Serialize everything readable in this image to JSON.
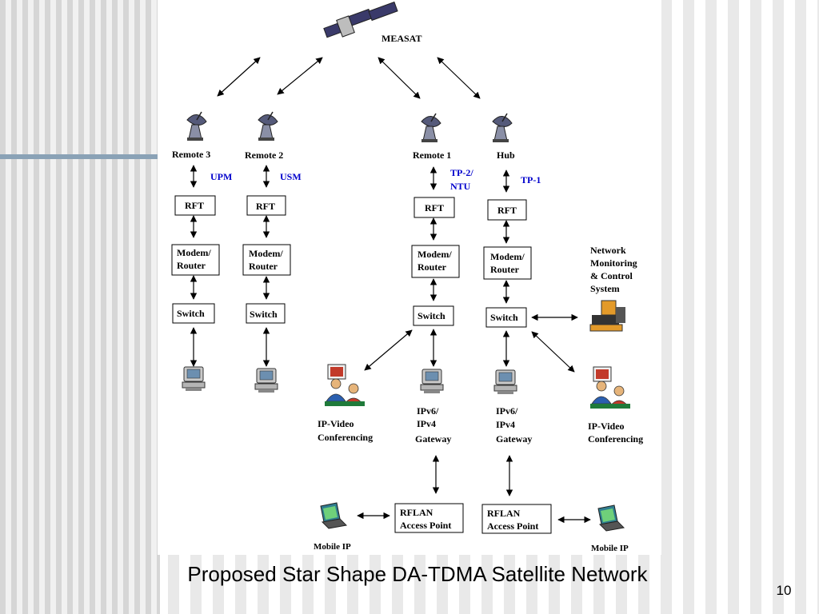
{
  "slide": {
    "title": "Proposed Star Shape DA-TDMA Satellite Network",
    "page_number": "10"
  },
  "diagram": {
    "satellite_label": "MEASAT",
    "stations": {
      "remote3": {
        "name": "Remote 3",
        "operator": "UPM"
      },
      "remote2": {
        "name": "Remote 2",
        "operator": "USM"
      },
      "remote1": {
        "name": "Remote 1",
        "operator_line1": "TP-2/",
        "operator_line2": "NTU"
      },
      "hub": {
        "name": "Hub",
        "operator": "TP-1"
      }
    },
    "blocks": {
      "rft": "RFT",
      "modem_line1": "Modem/",
      "modem_line2": "Router",
      "switch": "Switch",
      "rflan_line1": "RFLAN",
      "rflan_line2": "Access Point"
    },
    "nmcs": {
      "line1": "Network",
      "line2": "Monitoring",
      "line3": "& Control",
      "line4": "System"
    },
    "video_conf": {
      "line1": "IP-Video",
      "line2": "Conferencing"
    },
    "gateway": {
      "line1": "IPv6/",
      "line2": "IPv4",
      "line3": "Gateway"
    },
    "mobile_ip": "Mobile IP",
    "colors": {
      "operator_text": "#0000cc",
      "box_border": "#000000"
    }
  }
}
